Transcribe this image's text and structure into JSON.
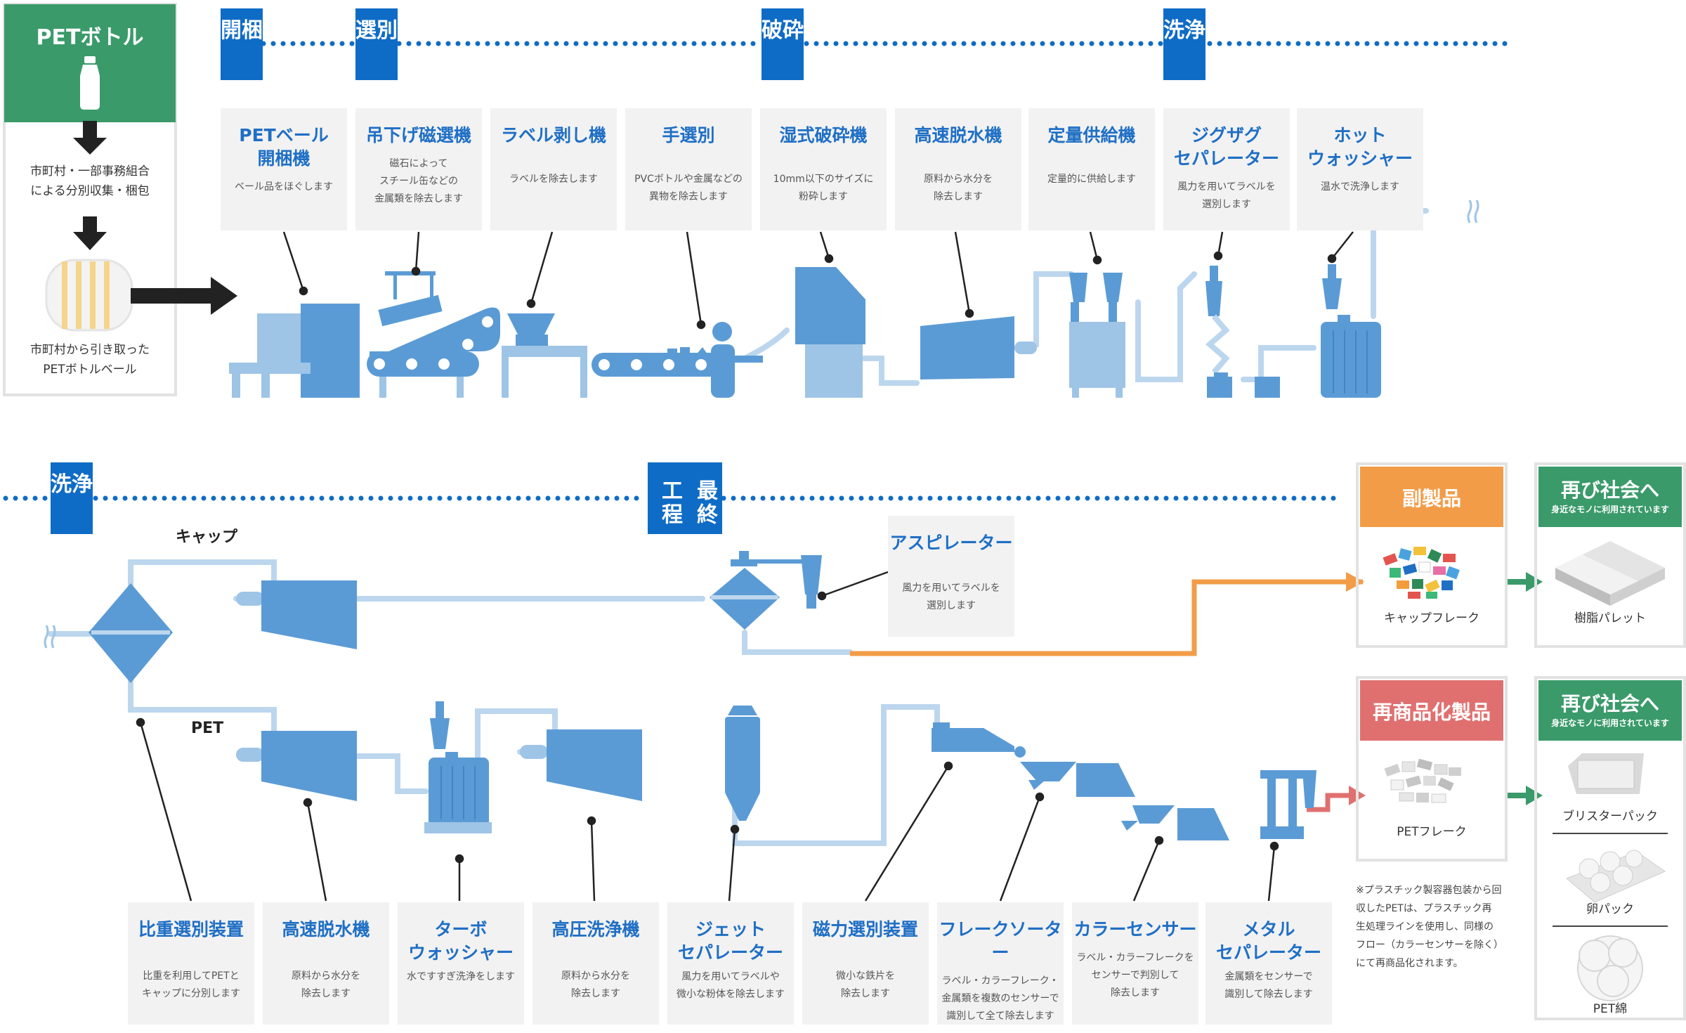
{
  "input_panel": {
    "title": "PETボトル",
    "step1": "市町村・一部事務組合\nによる分別収集・梱包",
    "step2": "市町村から引き取った\nPETボトルベール"
  },
  "stages_top": [
    "開梱",
    "選別",
    "破砕",
    "洗浄"
  ],
  "stages_bottom": [
    "洗浄",
    "最終工程"
  ],
  "top_machines": [
    {
      "title": "PETベール\n開梱機",
      "desc": "ベール品をほぐします"
    },
    {
      "title": "吊下げ磁選機",
      "desc": "磁石によって\nスチール缶などの\n金属類を除去します"
    },
    {
      "title": "ラベル剥し機",
      "desc": "ラベルを除去します"
    },
    {
      "title": "手選別",
      "desc": "PVCボトルや金属などの\n異物を除去します"
    },
    {
      "title": "湿式破砕機",
      "desc": "10mm以下のサイズに\n粉砕します"
    },
    {
      "title": "高速脱水機",
      "desc": "原料から水分を\n除去します"
    },
    {
      "title": "定量供給機",
      "desc": "定量的に供給します"
    },
    {
      "title": "ジグザグ\nセパレーター",
      "desc": "風力を用いてラベルを\n選別します"
    },
    {
      "title": "ホット\nウォッシャー",
      "desc": "温水で洗浄します"
    }
  ],
  "bottom_machines": [
    {
      "title": "比重選別装置",
      "desc": "比重を利用してPETと\nキャップに分別します"
    },
    {
      "title": "高速脱水機",
      "desc": "原料から水分を\n除去します"
    },
    {
      "title": "ターボ\nウォッシャー",
      "desc": "水ですすぎ洗浄をします"
    },
    {
      "title": "高圧洗浄機",
      "desc": "原料から水分を\n除去します"
    },
    {
      "title": "ジェット\nセパレーター",
      "desc": "風力を用いてラベルや\n微小な粉体を除去します"
    },
    {
      "title": "磁力選別装置",
      "desc": "微小な鉄片を\n除去します"
    },
    {
      "title": "フレークソーター",
      "desc": "ラベル・カラーフレーク・\n金属類を複数のセンサーで\n識別して全て除去します"
    },
    {
      "title": "カラーセンサー",
      "desc": "ラベル・カラーフレークを\nセンサーで判別して\n除去します"
    },
    {
      "title": "メタル\nセパレーター",
      "desc": "金属類をセンサーで\n識別して除去します"
    }
  ],
  "aspirator": {
    "title": "アスピレーター",
    "desc": "風力を用いてラベルを\n選別します"
  },
  "line_labels": {
    "cap": "キャップ",
    "pet": "PET"
  },
  "byproduct": {
    "title": "副製品",
    "item": "キャップフレーク"
  },
  "recommercial": {
    "title": "再商品化製品",
    "item": "PETフレーク"
  },
  "society_top": {
    "title": "再び社会へ",
    "subtitle": "身近なモノに利用されています",
    "items": [
      "樹脂パレット"
    ]
  },
  "society_bottom": {
    "title": "再び社会へ",
    "subtitle": "身近なモノに利用されています",
    "items": [
      "ブリスターパック",
      "卵パック",
      "PET綿"
    ]
  },
  "note": "※プラスチック製容器包装から回\n収したPETは、プラスチック再\n生処理ラインを使用し、同様の\nフロー（カラーセンサーを除く）\nにて再商品化されます。",
  "colors": {
    "stage_blue": "#0f6cc6",
    "title_blue": "#1f6fc5",
    "machine_blue": "#5b9bd5",
    "machine_light": "#9ec4e6",
    "pipe": "#bcd6ee",
    "green": "#3a9a6a",
    "orange": "#f29c48",
    "red": "#e07070",
    "card_gray": "#f2f2f2"
  }
}
